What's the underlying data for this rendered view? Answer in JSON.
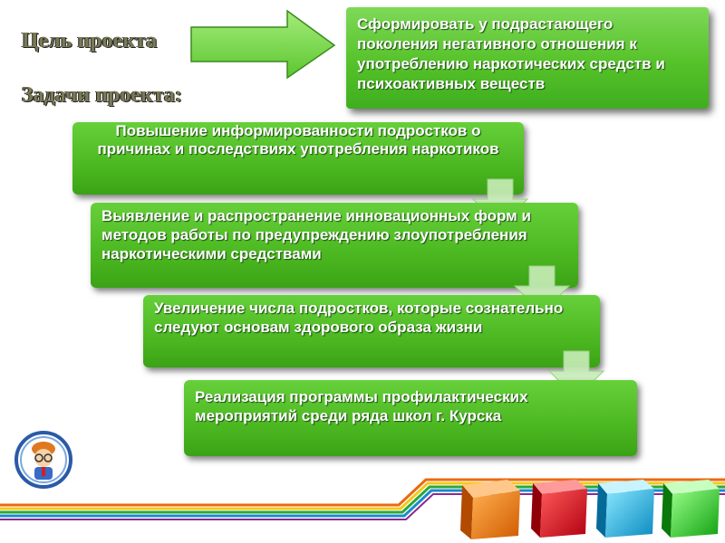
{
  "headings": {
    "goal_label": "Цель проекта",
    "tasks_label": "Задачи проекта:"
  },
  "goal": {
    "text": "Сформировать у подрастающего поколения негативного отношения к употреблению наркотических средств и психоактивных веществ"
  },
  "steps": [
    {
      "text": "Повышение информированности подростков о причинах и последствиях употребления наркотиков"
    },
    {
      "text": "Выявление и распространение инновационных форм и методов работы по предупреждению злоупотребления наркотическими средствами"
    },
    {
      "text": "Увеличение числа подростков, которые сознательно следуют основам здорового образа жизни"
    },
    {
      "text": "Реализация программы профилактических мероприятий среди ряда школ г. Курска"
    }
  ],
  "colors": {
    "box_green": "#4cb821",
    "arrow_green": "#8ae05a",
    "down_arrow": "#c8ecb8",
    "cube_orange": "#f07a10",
    "cube_red": "#e0141e",
    "cube_blue": "#14b4e6",
    "cube_green": "#28c828"
  },
  "icons": {
    "logo": "student-mascot-icon",
    "goal_arrow": "right-arrow-icon",
    "step_arrow": "down-arrow-icon"
  }
}
